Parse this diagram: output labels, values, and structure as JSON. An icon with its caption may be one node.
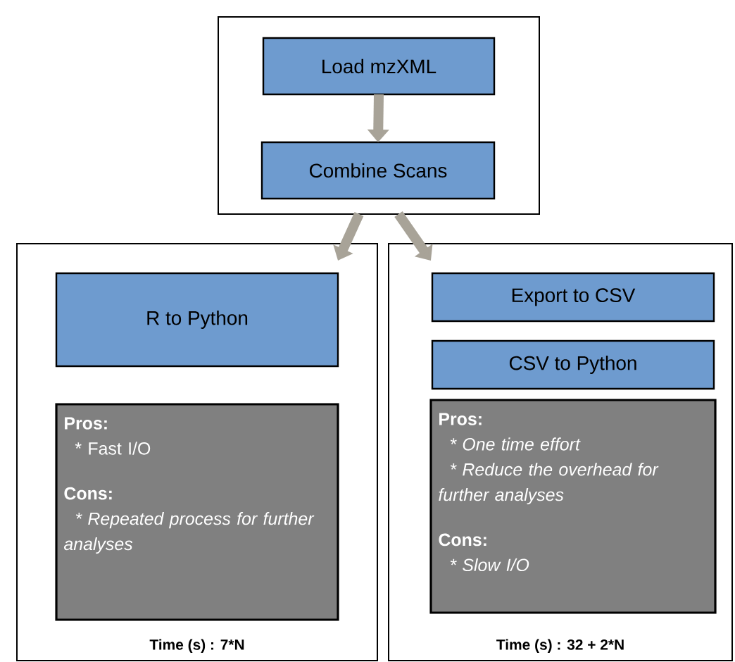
{
  "diagram": {
    "nodes": [
      {
        "text": [],
        "shape": "box"
      },
      {
        "text": [
          "Load mzXML"
        ],
        "in": 0
      },
      {
        "text": [
          "Combine Scans"
        ],
        "in": 0
      },
      {
        "text": [
          "Time (s) : 7*N"
        ]
      },
      {
        "text": [
          "R to Python"
        ],
        "in": 3
      },
      {
        "text": [
          "Pros:",
          "* Fast I/O",
          "Cons:",
          "* Repeated process for further analyses"
        ],
        "in": 3
      },
      {
        "text": [
          "Time (s) : 32 + 2*N"
        ]
      },
      {
        "text": [
          "Export to CSV"
        ],
        "in": 6
      },
      {
        "text": [
          "CSV to Python"
        ],
        "in": 6
      },
      {
        "text": [
          "Pros:",
          "* One time effort",
          "* Reduce the overhead for further analyses",
          "Cons:",
          "* Slow I/O"
        ],
        "in": 6
      }
    ],
    "edges": [
      {
        "from": 1,
        "to": 2,
        "arrow": "to"
      },
      {
        "from": 0,
        "to": 3,
        "arrow": "to"
      },
      {
        "from": 0,
        "to": 6,
        "arrow": "to"
      }
    ]
  }
}
